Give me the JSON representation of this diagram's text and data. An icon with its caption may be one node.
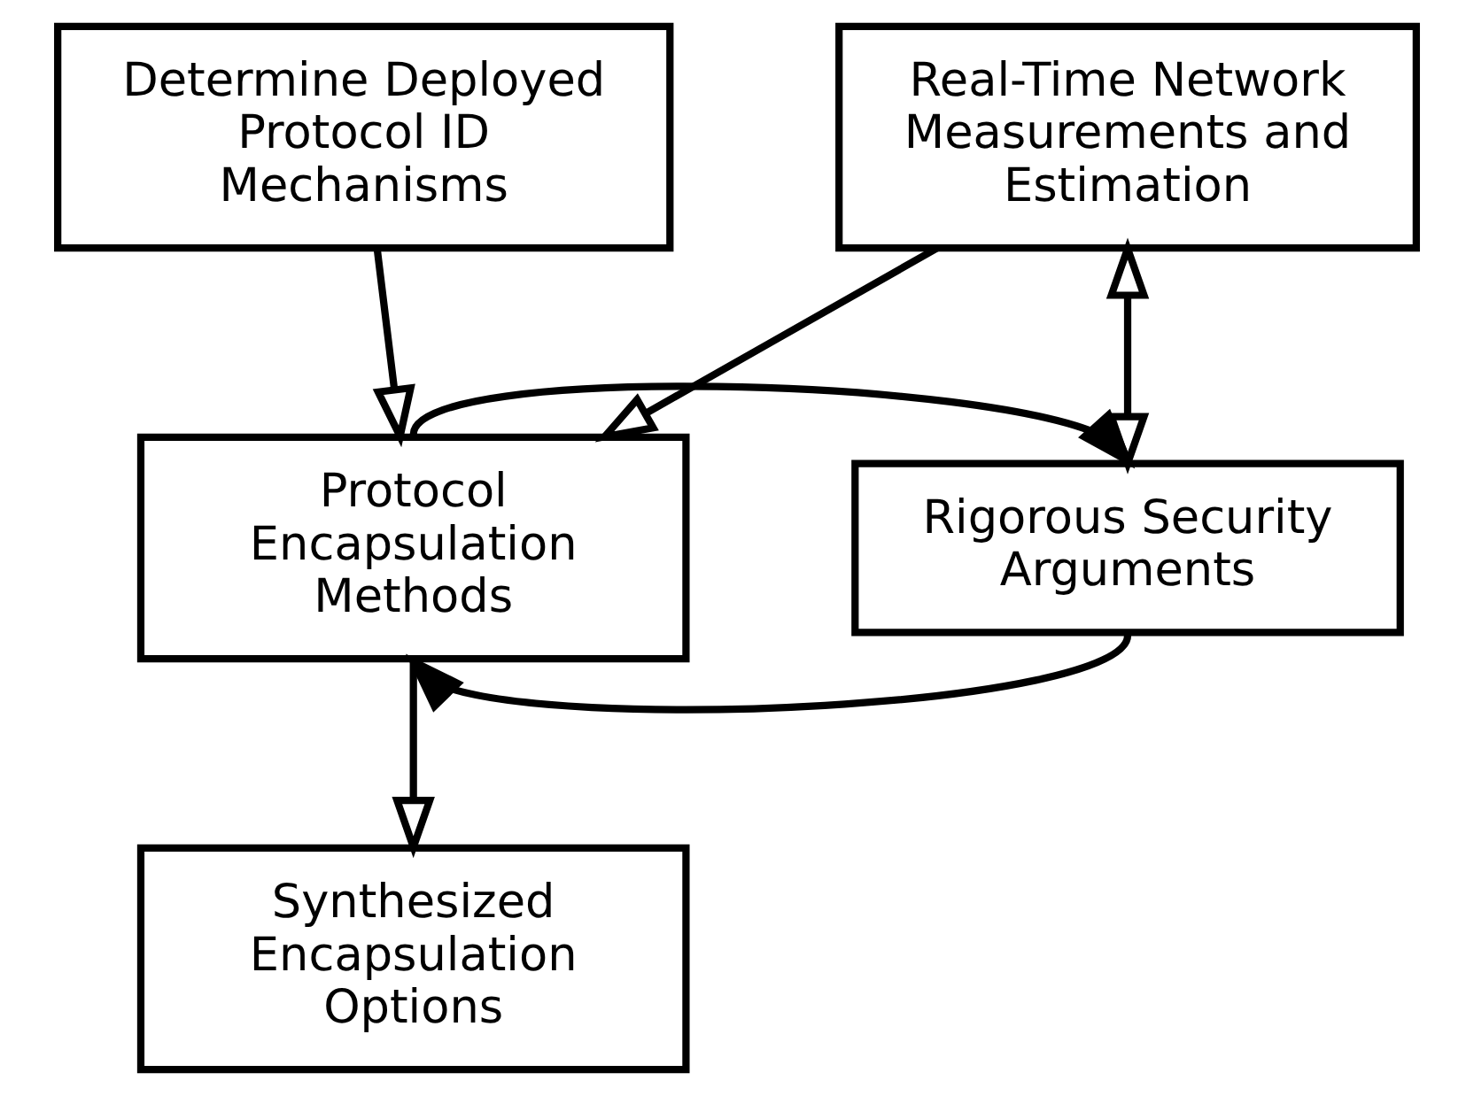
{
  "diagram": {
    "nodes": [
      {
        "text": [
          "Determine Deployed Protocol ID Mechanisms"
        ]
      },
      {
        "text": [
          "Real-Time Network Measurements and Estimation"
        ]
      },
      {
        "text": [
          "Protocol Encapsulation Methods"
        ]
      },
      {
        "text": [
          "Rigorous Security Arguments"
        ]
      },
      {
        "text": [
          "Synthesized Encapsulation Options"
        ]
      }
    ],
    "edges": [
      {
        "from": 0,
        "to": 2,
        "arrow": "to"
      },
      {
        "from": 1,
        "to": 2,
        "arrow": "to"
      },
      {
        "from": 1,
        "to": 3,
        "arrow": "both"
      },
      {
        "from": 2,
        "to": 3,
        "arrow": "to"
      },
      {
        "from": 3,
        "to": 2,
        "arrow": "to"
      },
      {
        "from": 2,
        "to": 4,
        "arrow": "to"
      }
    ]
  }
}
